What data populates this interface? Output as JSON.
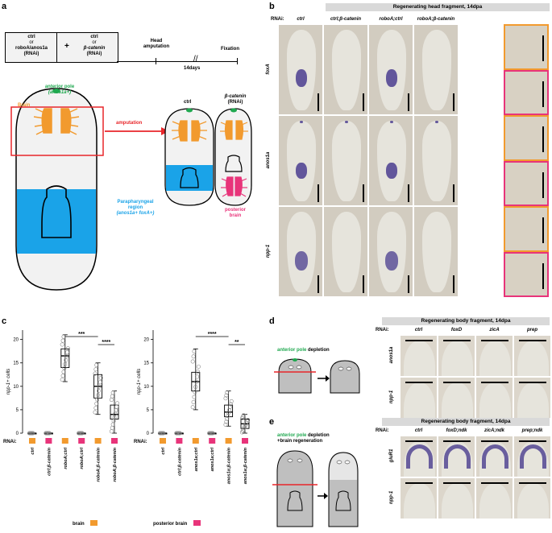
{
  "panels": {
    "a": "a",
    "b": "b",
    "c": "c",
    "d": "d",
    "e": "e"
  },
  "panel_a": {
    "timeline": {
      "step1": [
        "ctrl",
        "or",
        "roboA/anos1a",
        "(RNAi)"
      ],
      "plus": "+",
      "step2": [
        "ctrl",
        "or",
        "β-catenin",
        "(RNAi)"
      ],
      "head_amputation": [
        "Head",
        "amputation"
      ],
      "fixation": "Fixation",
      "duration": "14days"
    },
    "labels": {
      "anterior_pole": [
        "anterior pole",
        "(anos1a+)"
      ],
      "brain": "Brain",
      "amputation": "amputation",
      "ctrl": "ctrl",
      "bcat": [
        "β-catenin",
        "(RNAi)"
      ],
      "parapharyngeal": [
        "Parapharyngeal",
        "region",
        "(anos1a+ foxA+)"
      ],
      "posterior_brain": [
        "posterior",
        "brain"
      ]
    },
    "colors": {
      "orange": "#f29a2e",
      "green": "#1fa84f",
      "blue": "#1aa3e8",
      "magenta": "#e8347a",
      "red": "#e8262a"
    }
  },
  "panel_b": {
    "header": "Regenerating head fragment, 14dpa",
    "rnai_label": "RNAi:",
    "columns": [
      "ctrl",
      "ctrl;β-catenin",
      "roboA;ctrl",
      "roboA;β-catenin"
    ],
    "rows": [
      "foxA",
      "anos1a",
      "npp-1"
    ]
  },
  "panel_c": {
    "ylabel": "npp-1+ cells",
    "rnai_label": "RNAi:",
    "legend": {
      "brain": "brain",
      "posterior_brain": "posterior brain"
    },
    "chart_data": [
      {
        "type": "box",
        "categories": [
          "ctrl",
          "ctrl;β-catenin",
          "roboA;ctrl",
          "roboA;ctrl",
          "roboA;β-catenin",
          "roboA;β-catenin"
        ],
        "ylim": [
          0,
          22
        ],
        "yticks": [
          0,
          5,
          10,
          15,
          20
        ],
        "medians": [
          0,
          0,
          16.5,
          0,
          10,
          4
        ],
        "q1": [
          0,
          0,
          14,
          0,
          7.5,
          3
        ],
        "q3": [
          0,
          0,
          18,
          0,
          12.5,
          6
        ],
        "whisker_low": [
          0,
          0,
          11,
          0,
          4,
          0
        ],
        "whisker_high": [
          0,
          0,
          21,
          0,
          15,
          9
        ],
        "significance": [
          {
            "from": 2,
            "to": 4,
            "label": "***"
          },
          {
            "from": 4,
            "to": 5,
            "label": "****"
          }
        ]
      },
      {
        "type": "box",
        "categories": [
          "ctrl",
          "ctrl;β-catenin",
          "anos1a;ctrl",
          "anos1a;ctrl",
          "anos1a;β-catenin",
          "anos1a;β-catenin"
        ],
        "ylim": [
          0,
          22
        ],
        "yticks": [
          0,
          5,
          10,
          15,
          20
        ],
        "medians": [
          0,
          0,
          11,
          0,
          4.5,
          2
        ],
        "q1": [
          0,
          0,
          9,
          0,
          3.5,
          1
        ],
        "q3": [
          0,
          0,
          13,
          0,
          6,
          3
        ],
        "whisker_low": [
          0,
          0,
          5,
          0,
          1.5,
          0
        ],
        "whisker_high": [
          0,
          0,
          18,
          0,
          9,
          4
        ],
        "significance": [
          {
            "from": 2,
            "to": 4,
            "label": "****"
          },
          {
            "from": 4,
            "to": 5,
            "label": "**"
          }
        ]
      }
    ]
  },
  "panel_d": {
    "title_green": "anterior pole",
    "title_black": "depletion",
    "header": "Regenerating body fragment, 14dpa",
    "rnai_label": "RNAi:",
    "columns": [
      "ctrl",
      "foxD",
      "zicA",
      "prep"
    ],
    "rows": [
      "anos1a",
      "npp-1"
    ]
  },
  "panel_e": {
    "title_green": "anterior pole",
    "title_black": "depletion",
    "subtitle": "+brain regeneration",
    "header": "Regenerating body fragment, 14dpa",
    "rnai_label": "RNAi:",
    "columns": [
      "ctrl",
      "foxD;ndk",
      "zicA;ndk",
      "prep;ndk"
    ],
    "rows": [
      "gluR1",
      "npp-1"
    ]
  }
}
